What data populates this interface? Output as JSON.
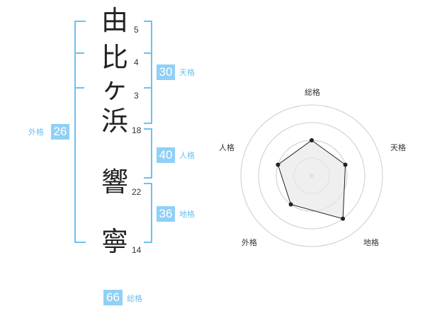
{
  "characters": [
    {
      "char": "由",
      "strokes": "5"
    },
    {
      "char": "比",
      "strokes": "4"
    },
    {
      "char": "ヶ",
      "strokes": "3"
    },
    {
      "char": "浜",
      "strokes": "18"
    },
    {
      "char": "響",
      "strokes": "22"
    },
    {
      "char": "寧",
      "strokes": "14"
    }
  ],
  "kakusu": {
    "ten": {
      "value": "30",
      "label": "天格"
    },
    "jin": {
      "value": "40",
      "label": "人格"
    },
    "chi": {
      "value": "36",
      "label": "地格"
    },
    "gai": {
      "value": "26",
      "label": "外格"
    },
    "sou": {
      "value": "66",
      "label": "総格"
    }
  },
  "radar": {
    "axes": [
      "総格",
      "天格",
      "地格",
      "外格",
      "人格"
    ],
    "levels": [
      1,
      2,
      3,
      4
    ],
    "values": [
      2,
      2,
      3,
      2,
      2
    ],
    "max": 4,
    "line_color": "#222222",
    "fill_color": "#e8e8e8"
  }
}
